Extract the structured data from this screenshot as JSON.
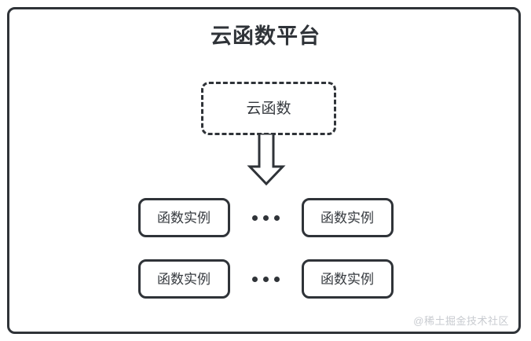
{
  "diagram": {
    "title": "云函数平台",
    "cloud_function": {
      "label": "云函数",
      "border_style": "dashed"
    },
    "arrow": {
      "name": "down-arrow",
      "direction": "down"
    },
    "rows": [
      {
        "left_instance": "函数实例",
        "ellipsis": "•••",
        "right_instance": "函数实例"
      },
      {
        "left_instance": "函数实例",
        "ellipsis": "•••",
        "right_instance": "函数实例"
      }
    ],
    "watermark": "@稀土掘金技术社区",
    "colors": {
      "stroke": "#2f3338",
      "text": "#35393e",
      "background": "#ffffff",
      "watermark": "#c8cbd0"
    }
  }
}
